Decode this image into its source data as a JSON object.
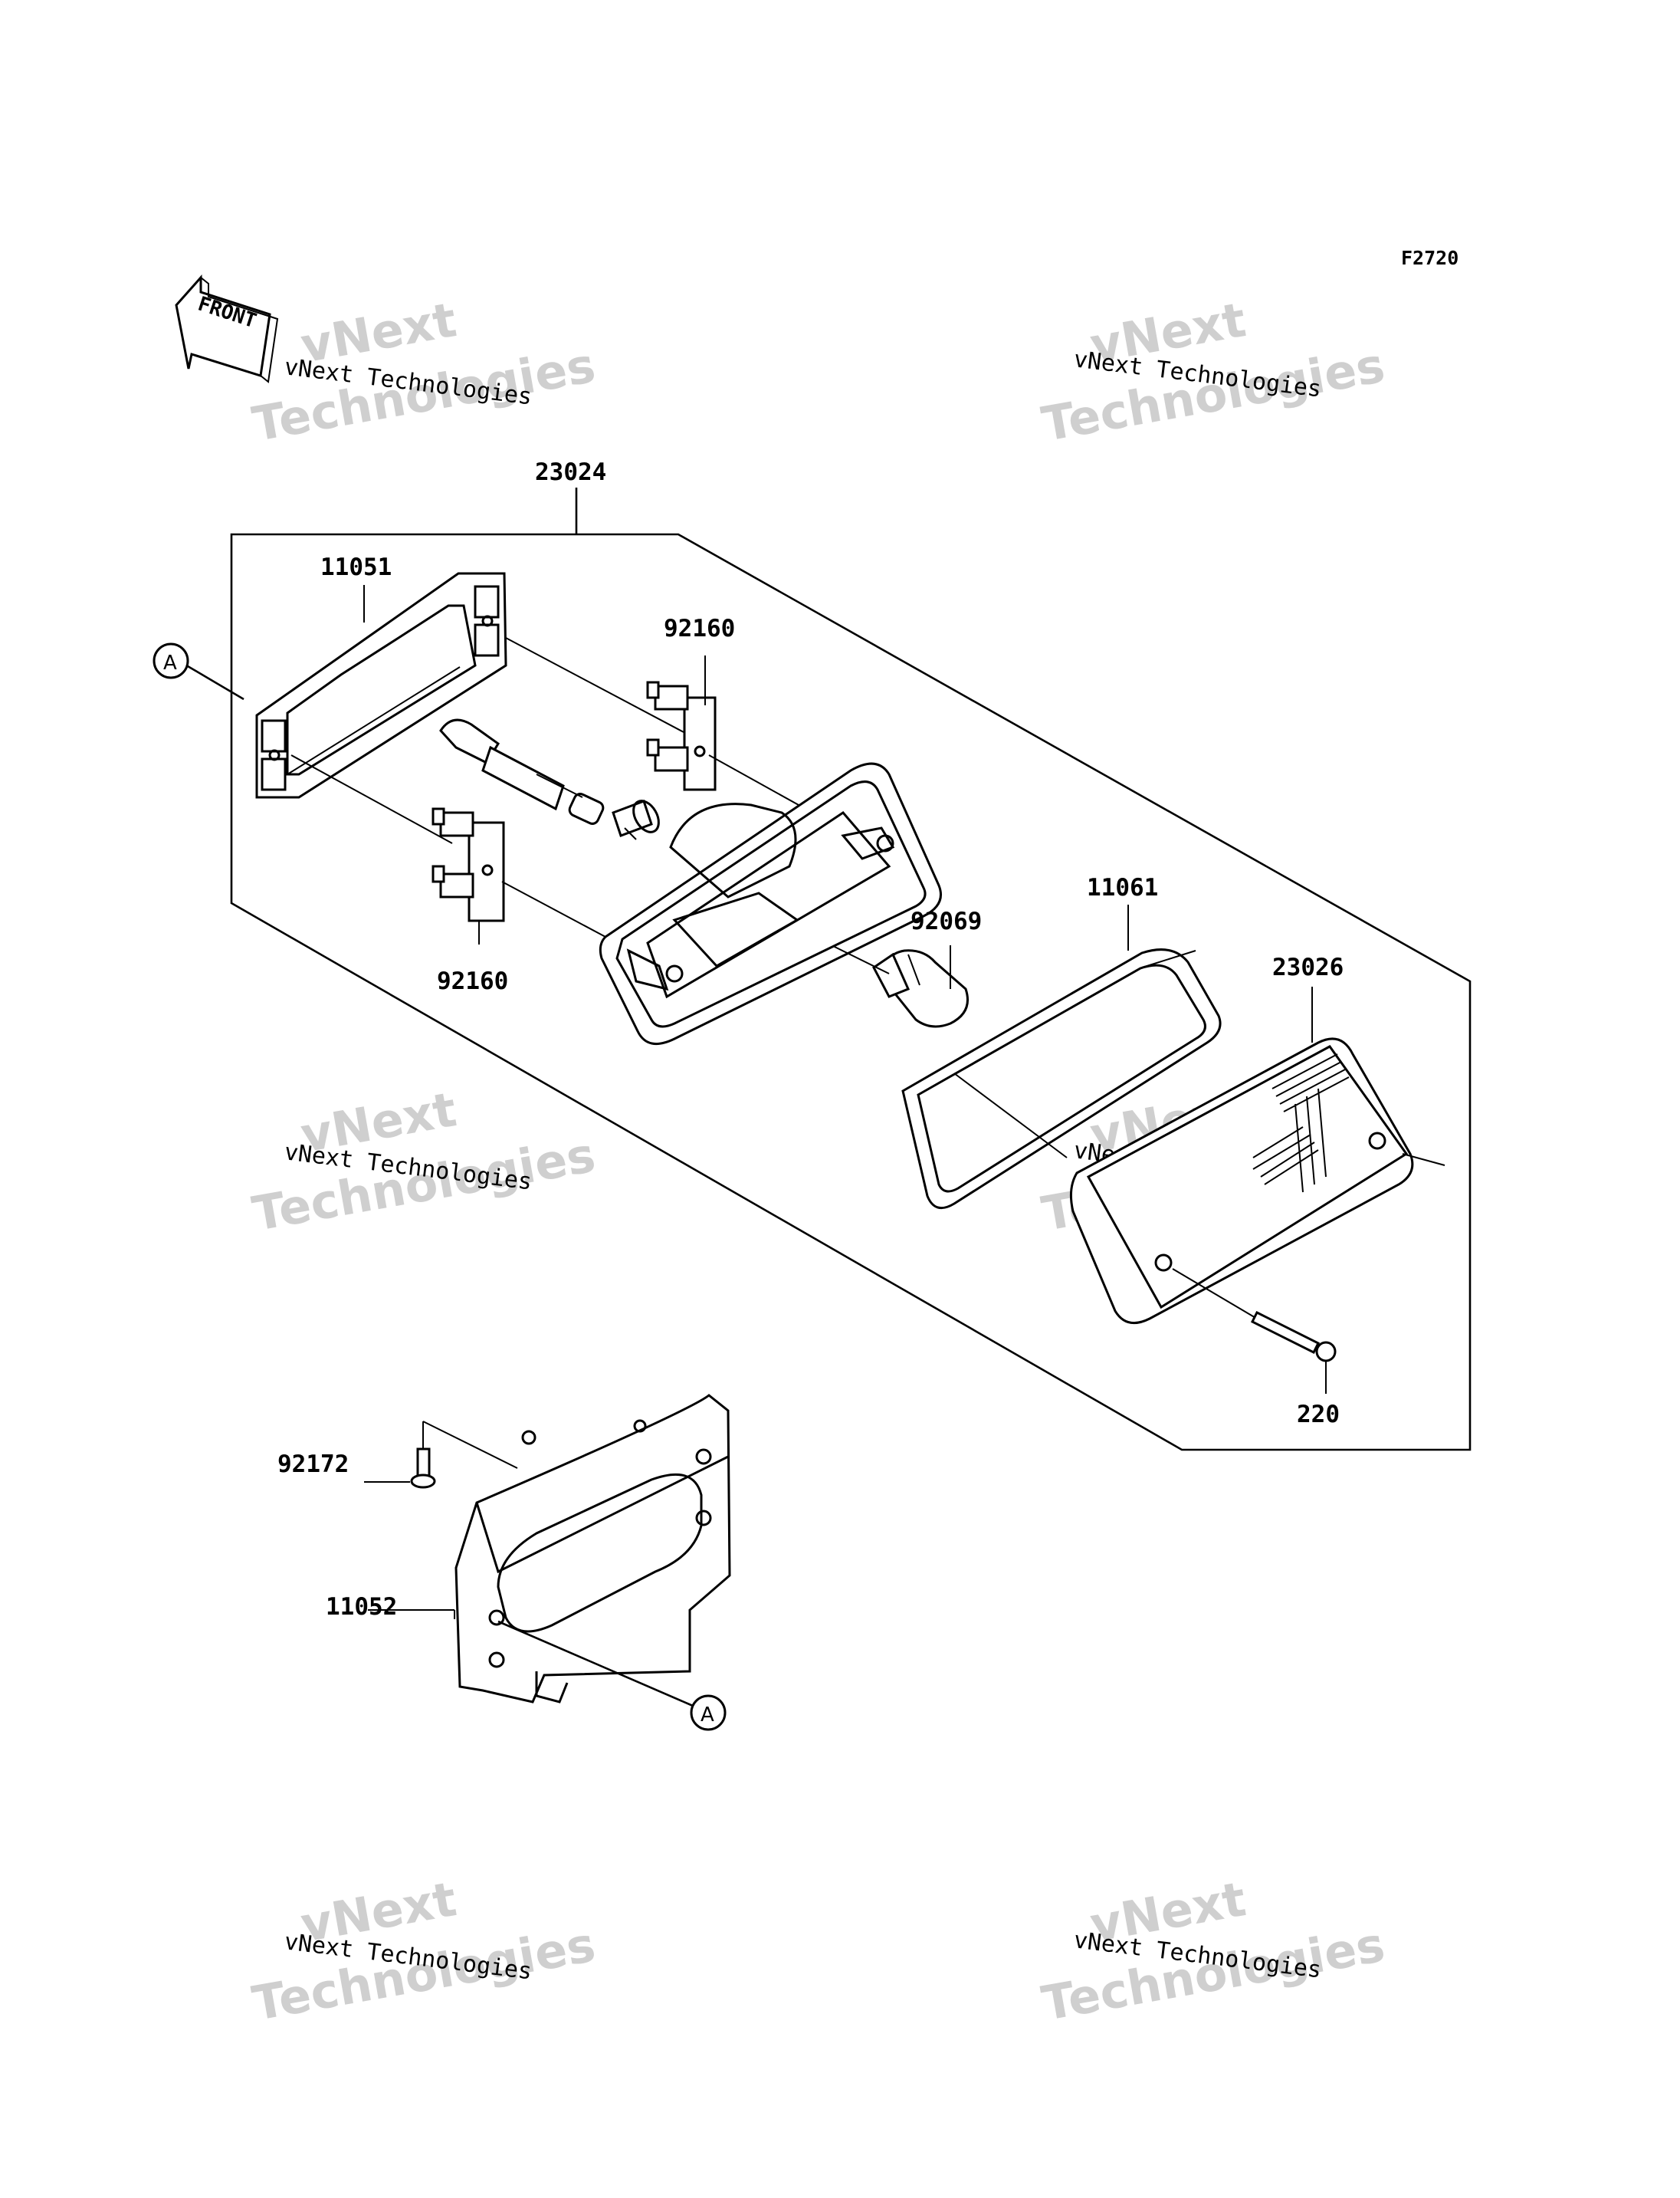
{
  "figure_code": "F2720",
  "front_label": "FRONT",
  "reference_mark": "A",
  "watermark": {
    "line1": "vNext",
    "line2": "vNext Technologies",
    "line3": "Technologies"
  },
  "callouts": {
    "c23024": "23024",
    "c11051": "11051",
    "c92160_top": "92160",
    "c92160_bottom": "92160",
    "c11061": "11061",
    "c92069": "92069",
    "c23026": "23026",
    "c220": "220",
    "c92172": "92172",
    "c11052": "11052"
  }
}
